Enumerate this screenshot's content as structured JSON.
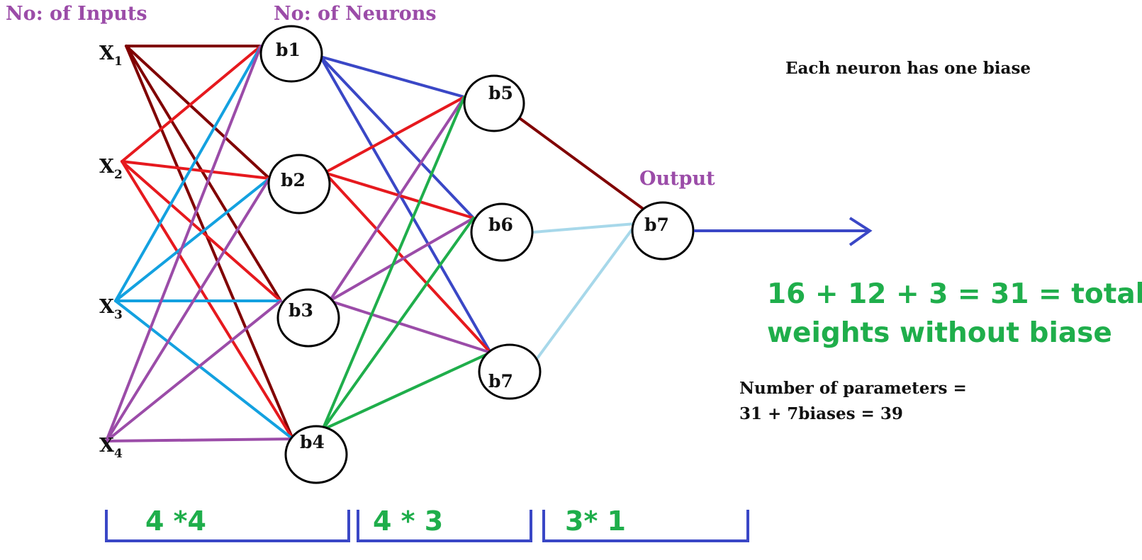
{
  "headings": {
    "inputs": "No: of Inputs",
    "neurons": "No: of Neurons",
    "output": "Output"
  },
  "inputs": [
    {
      "base": "X",
      "sub": "1"
    },
    {
      "base": "X",
      "sub": "2"
    },
    {
      "base": "X",
      "sub": "3"
    },
    {
      "base": "X",
      "sub": "4"
    }
  ],
  "nodes": {
    "h1": [
      "b1",
      "b2",
      "b3",
      "b4"
    ],
    "h2": [
      "b5",
      "b6",
      "b7"
    ],
    "out": "b7"
  },
  "notes": {
    "bias": "Each neuron has one biase",
    "total_line1": "16 + 12 + 3 = 31 = total",
    "total_line2": "weights without biase",
    "params_line1": "Number of parameters =",
    "params_line2": "31 + 7biases = 39"
  },
  "brackets": [
    "4 *4",
    "4 * 3",
    "3* 1"
  ],
  "colors": {
    "purple": "#9b4ca8",
    "green": "#1fae4b",
    "bracket_blue": "#3a47c6",
    "x1": "#800000",
    "x2": "#e6191e",
    "x3": "#13a1e0",
    "x4": "#9b4ca8",
    "h1": "#3a47c6",
    "h2": "#e6191e",
    "h3": "#9b4ca8",
    "h4": "#1fae4b",
    "o1": "#800000",
    "o2": "#a7d8ea",
    "o3": "#a7d8ea",
    "arrow": "#3a47c6"
  }
}
